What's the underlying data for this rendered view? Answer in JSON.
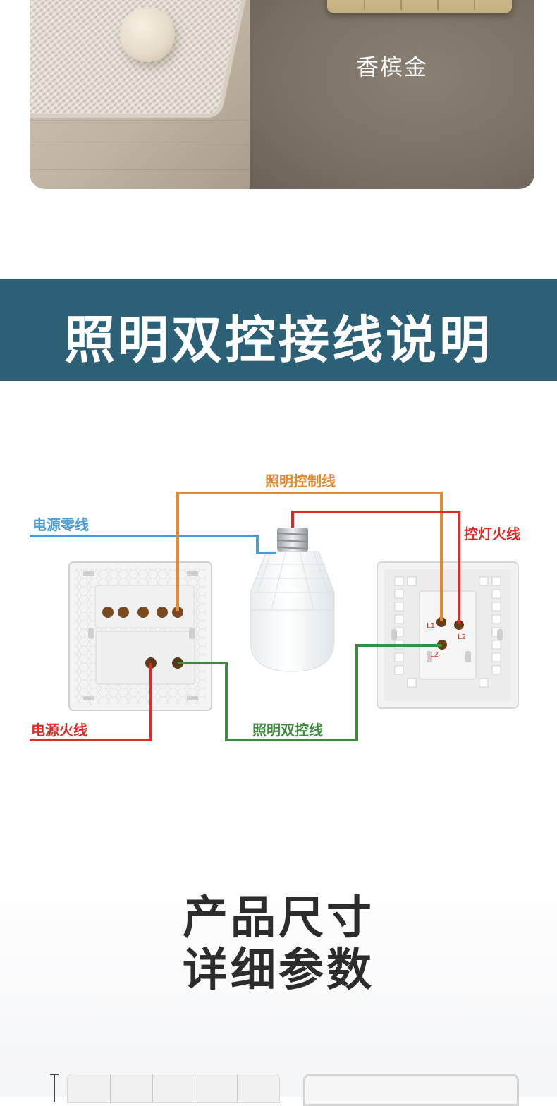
{
  "top_photo": {
    "color_name": "香槟金"
  },
  "banner": {
    "title": "照明双控接线说明"
  },
  "diagram": {
    "labels": {
      "lighting_control_wire": "照明控制线",
      "power_neutral": "电源零线",
      "lamp_live": "控灯火线",
      "power_live": "电源火线",
      "lighting_dual_control": "照明双控线"
    },
    "terminals": {
      "l1": "L1",
      "l2_top": "L2",
      "l2_bottom": "L2"
    },
    "colors": {
      "orange": "#e48a2c",
      "blue": "#4a9cd4",
      "red": "#e12a2a",
      "green": "#3e8a3e"
    }
  },
  "size_section": {
    "title_line1": "产品尺寸",
    "title_line2": "详细参数"
  }
}
